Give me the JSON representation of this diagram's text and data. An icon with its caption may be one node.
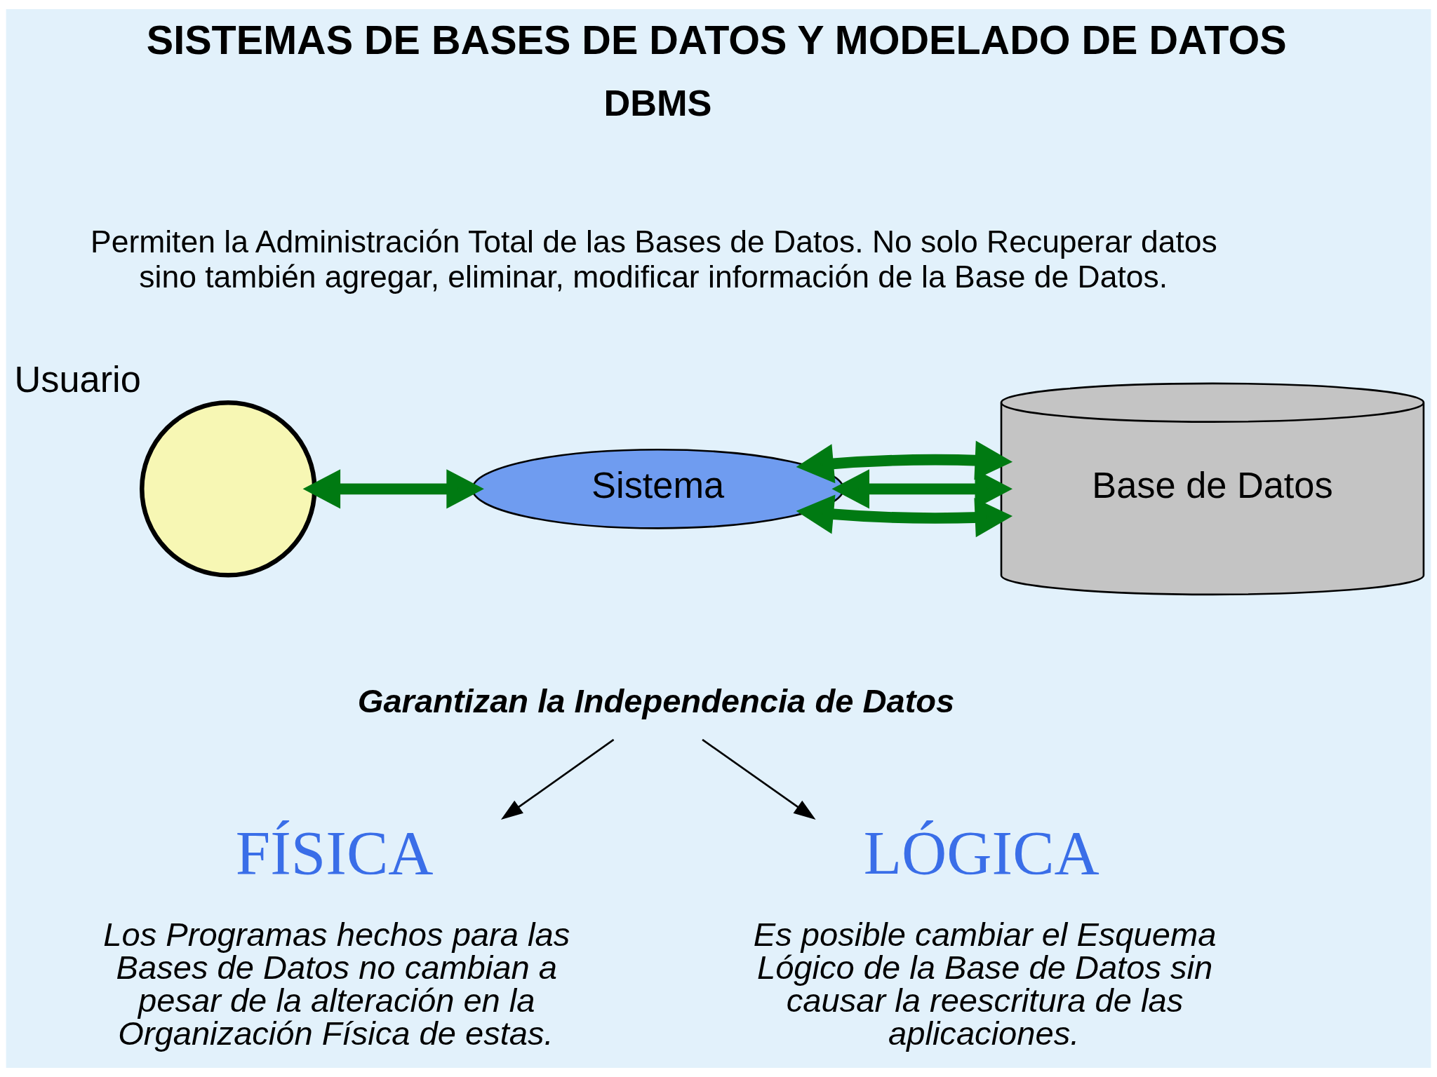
{
  "diagram": {
    "title": "SISTEMAS DE BASES DE DATOS Y MODELADO DE DATOS",
    "nodes": [
      {
        "text": [],
        "shape": "circle",
        "beside": [
          "Usuario"
        ]
      },
      {
        "text": [
          "Sistema"
        ]
      },
      {
        "text": [
          "Base de Datos"
        ]
      },
      {
        "text": [
          "Garantizan la Independencia de Datos"
        ]
      },
      {
        "text": [
          "FÍSICA",
          "Los Programas hechos para las Bases de Datos no cambian a pesar de la alteración en la Organización Física de estas."
        ]
      },
      {
        "text": [
          "LÓGICA",
          "Es posible cambiar el Esquema Lógico de la Base de Datos sin causar la reescritura de las aplicaciones."
        ]
      }
    ],
    "edges": [
      {
        "from": 0,
        "to": 1,
        "arrow": "both"
      },
      {
        "from": 1,
        "to": 2,
        "arrow": "both"
      },
      {
        "from": 1,
        "to": 2,
        "arrow": "both"
      },
      {
        "from": 1,
        "to": 2,
        "arrow": "both"
      },
      {
        "from": 3,
        "to": 4,
        "arrow": "to",
        "color": "#000000"
      },
      {
        "from": 3,
        "to": 5,
        "arrow": "to",
        "color": "#000000"
      }
    ],
    "labels": [
      "DBMS",
      "Permiten la Administración Total de las Bases de Datos. No solo Recuperar datos sino también agregar, eliminar, modificar información de la Base de Datos."
    ]
  }
}
